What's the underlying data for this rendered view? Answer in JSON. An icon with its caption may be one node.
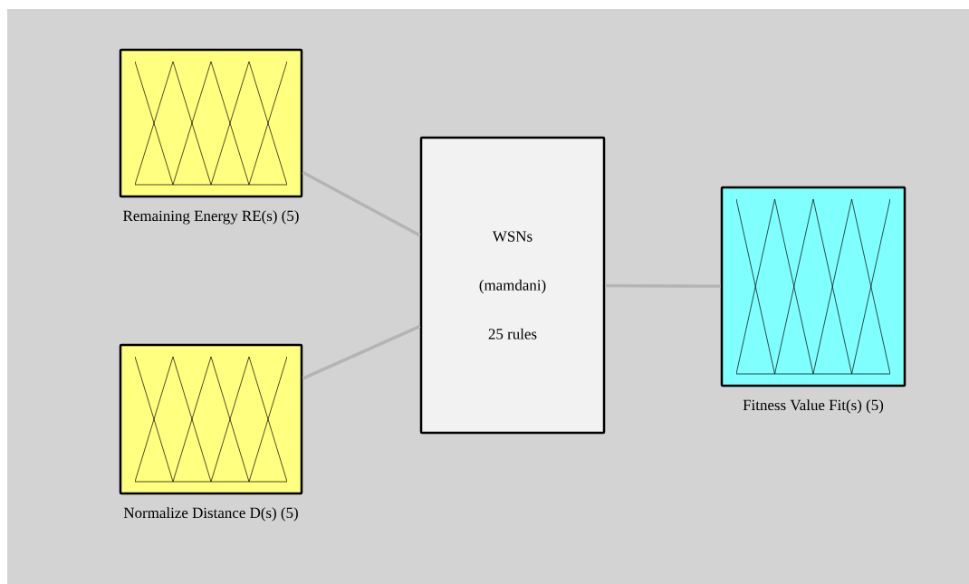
{
  "diagram": {
    "nodes": [
      {
        "text": [
          "Remaining Energy RE(s) (5)"
        ]
      },
      {
        "text": [
          "Normalize Distance D(s) (5)"
        ]
      },
      {
        "text": [
          "WSNs",
          "(mamdani)",
          "25 rules"
        ]
      },
      {
        "text": [
          "Fitness Value Fit(s) (5)"
        ]
      }
    ],
    "edges": [
      {
        "from": 0,
        "to": 2,
        "arrow": "none"
      },
      {
        "from": 1,
        "to": 2,
        "arrow": "none"
      },
      {
        "from": 2,
        "to": 3,
        "arrow": "none"
      }
    ]
  }
}
